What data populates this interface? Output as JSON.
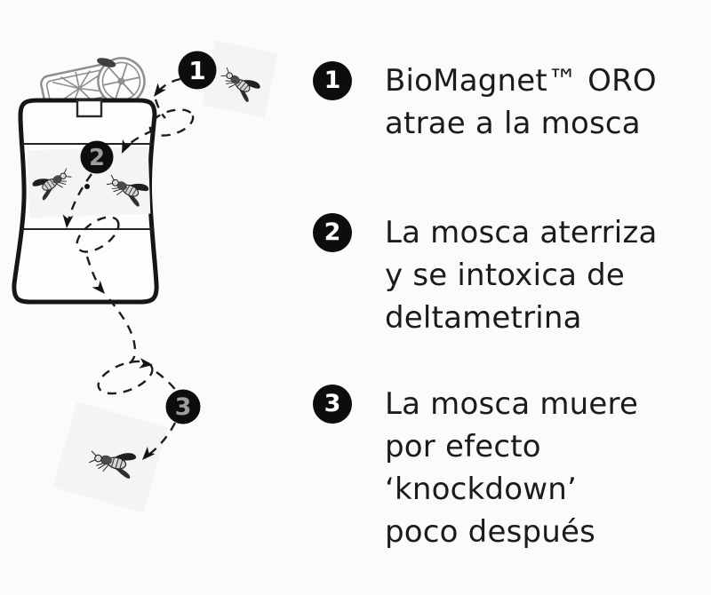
{
  "steps": [
    {
      "number": "1",
      "text": "BioMagnet™ ORO\natrae a la mosca"
    },
    {
      "number": "2",
      "text": "La mosca aterriza\ny se intoxica de\ndeltametrina"
    },
    {
      "number": "3",
      "text": "La mosca muere\npor efecto\n‘knockdown’\npoco después"
    }
  ],
  "diagram": {
    "markers": [
      {
        "label": "1"
      },
      {
        "label": "2"
      },
      {
        "label": "3"
      }
    ]
  },
  "colors": {
    "background": "#fbfbfb",
    "ink": "#1b1b1b",
    "badge_background": "#0d0d0d",
    "badge_number_white": "#ffffff",
    "badge_number_grey": "#9c9c9c",
    "photo_background": "#f4f4f4",
    "lure_outline_grey": "#8e8e8e",
    "dashed_path": "#1c1c1c"
  }
}
